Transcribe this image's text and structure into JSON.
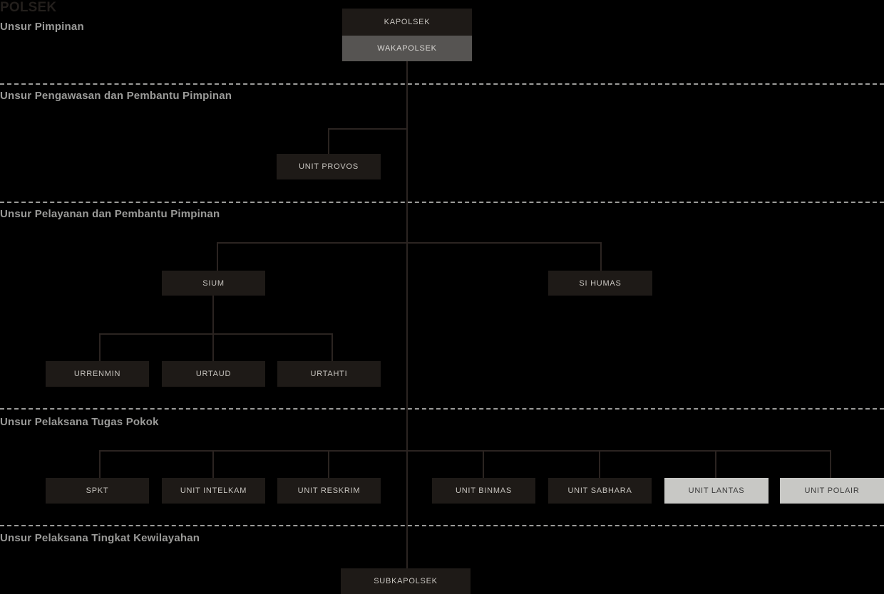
{
  "page": {
    "title": "POLSEK",
    "background": "#000000",
    "colors": {
      "box_dark": "#1e1a17",
      "box_mid": "#565452",
      "box_light": "#c8c8c5",
      "line": "#2b2421",
      "label_gray": "#9b9b99",
      "title_dark": "#231f1c",
      "text_light": "#c7c4bf",
      "text_dark": "#3b3b3b"
    }
  },
  "sections": [
    {
      "label": "Unsur Pimpinan"
    },
    {
      "label": "Unsur Pengawasan dan Pembantu Pimpinan"
    },
    {
      "label": "Unsur Pelayanan dan Pembantu Pimpinan"
    },
    {
      "label": "Unsur Pelaksana Tugas Pokok"
    },
    {
      "label": "Unsur Pelaksana Tingkat Kewilayahan"
    }
  ],
  "nodes": {
    "kapolsek": "KAPOLSEK",
    "wakapolsek": "WAKAPOLSEK",
    "unit_provos": "UNIT PROVOS",
    "sium": "SIUM",
    "si_humas": "SI HUMAS",
    "urrenmin": "URRENMIN",
    "urtaud": "URTAUD",
    "urtahti": "URTAHTI",
    "spkt": "SPKT",
    "unit_intelkam": "UNIT INTELKAM",
    "unit_reskrim": "UNIT RESKRIM",
    "unit_binmas": "UNIT BINMAS",
    "unit_sabhara": "UNIT SABHARA",
    "unit_lantas": "UNIT LANTAS",
    "unit_polair": "UNIT POLAIR",
    "subkapolsek": "SUBKAPOLSEK"
  },
  "chart_data": {
    "type": "diagram",
    "title": "POLSEK",
    "levels": [
      {
        "section": "Unsur Pimpinan",
        "nodes": [
          "KAPOLSEK",
          "WAKAPOLSEK"
        ]
      },
      {
        "section": "Unsur Pengawasan dan Pembantu Pimpinan",
        "nodes": [
          "UNIT PROVOS"
        ]
      },
      {
        "section": "Unsur Pelayanan dan Pembantu Pimpinan",
        "nodes": [
          "SIUM",
          "SI HUMAS",
          "URRENMIN",
          "URTAUD",
          "URTAHTI"
        ]
      },
      {
        "section": "Unsur Pelaksana Tugas Pokok",
        "nodes": [
          "SPKT",
          "UNIT INTELKAM",
          "UNIT RESKRIM",
          "UNIT BINMAS",
          "UNIT SABHARA",
          "UNIT LANTAS",
          "UNIT POLAIR"
        ]
      },
      {
        "section": "Unsur Pelaksana Tingkat Kewilayahan",
        "nodes": [
          "SUBKAPOLSEK"
        ]
      }
    ],
    "edges": [
      [
        "KAPOLSEK",
        "WAKAPOLSEK"
      ],
      [
        "WAKAPOLSEK",
        "UNIT PROVOS"
      ],
      [
        "WAKAPOLSEK",
        "SIUM"
      ],
      [
        "WAKAPOLSEK",
        "SI HUMAS"
      ],
      [
        "SIUM",
        "URRENMIN"
      ],
      [
        "SIUM",
        "URTAUD"
      ],
      [
        "SIUM",
        "URTAHTI"
      ],
      [
        "WAKAPOLSEK",
        "SPKT"
      ],
      [
        "WAKAPOLSEK",
        "UNIT INTELKAM"
      ],
      [
        "WAKAPOLSEK",
        "UNIT RESKRIM"
      ],
      [
        "WAKAPOLSEK",
        "UNIT BINMAS"
      ],
      [
        "WAKAPOLSEK",
        "UNIT SABHARA"
      ],
      [
        "WAKAPOLSEK",
        "UNIT LANTAS"
      ],
      [
        "WAKAPOLSEK",
        "UNIT POLAIR"
      ],
      [
        "WAKAPOLSEK",
        "SUBKAPOLSEK"
      ]
    ]
  }
}
